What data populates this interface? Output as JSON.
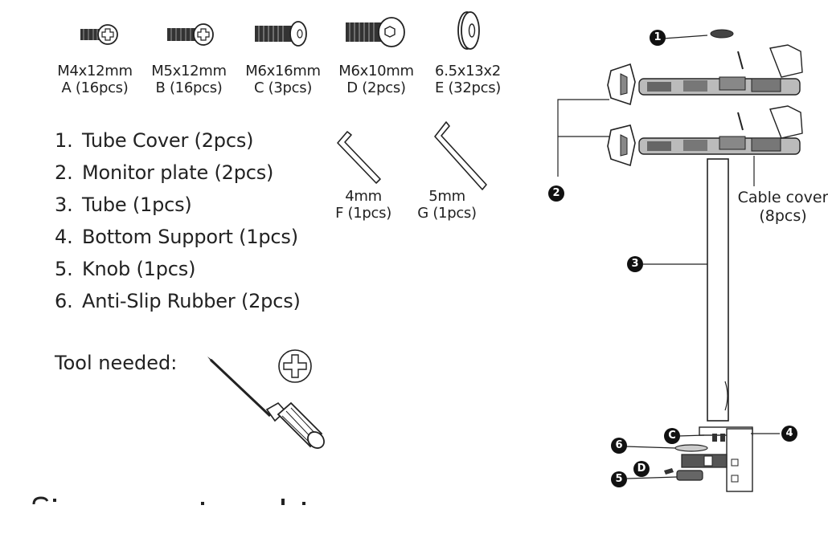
{
  "hardware": [
    {
      "size": "M4x12mm",
      "qty": "A (16pcs)",
      "icon": "screw-icon"
    },
    {
      "size": "M5x12mm",
      "qty": "B (16pcs)",
      "icon": "screw-icon"
    },
    {
      "size": "M6x16mm",
      "qty": "C (3pcs)",
      "icon": "flat-head-bolt-icon"
    },
    {
      "size": "M6x10mm",
      "qty": "D (2pcs)",
      "icon": "hex-socket-bolt-icon"
    },
    {
      "size": "6.5x13x2",
      "qty": "E (32pcs)",
      "icon": "washer-icon"
    }
  ],
  "parts": [
    {
      "num": "1.",
      "label": "Tube Cover (2pcs)"
    },
    {
      "num": "2.",
      "label": "Monitor plate (2pcs)"
    },
    {
      "num": "3.",
      "label": "Tube (1pcs)"
    },
    {
      "num": "4.",
      "label": "Bottom Support (1pcs)"
    },
    {
      "num": "5.",
      "label": "Knob (1pcs)"
    },
    {
      "num": "6.",
      "label": "Anti-Slip Rubber (2pcs)"
    }
  ],
  "wrenches": [
    {
      "size": "4mm",
      "qty": "F (1pcs)"
    },
    {
      "size": "5mm",
      "qty": "G (1pcs)"
    }
  ],
  "tool_needed": "Tool needed:",
  "cable_cover": {
    "line1": "Cable cover",
    "line2": "(8pcs)"
  },
  "callouts": {
    "c1": "1",
    "c2": "2",
    "c3": "3",
    "c4": "4",
    "c5": "5",
    "c6": "6",
    "cC": "C",
    "cD": "D"
  },
  "icons": {
    "screwdriver": "phillips-screwdriver-icon",
    "phillips": "phillips-cross-icon"
  }
}
